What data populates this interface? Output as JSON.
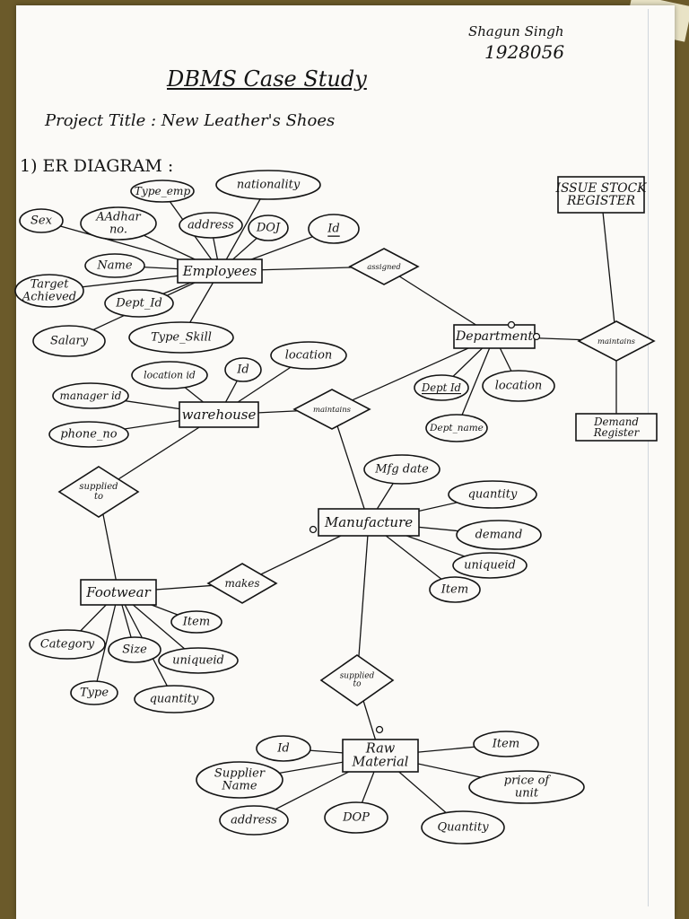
{
  "header": {
    "author": "Shagun Singh",
    "roll": "1928056",
    "title": "DBMS Case Study",
    "project": "Project Title : New Leather's Shoes",
    "section": "1) ER DIAGRAM :"
  },
  "diagram": {
    "entities": [
      {
        "id": "employees",
        "label": "Employees"
      },
      {
        "id": "department",
        "label": "Department"
      },
      {
        "id": "warehouse",
        "label": "warehouse"
      },
      {
        "id": "manufacture",
        "label": "Manufacture"
      },
      {
        "id": "footwear",
        "label": "Footwear"
      },
      {
        "id": "rawmaterial",
        "label": "Raw Material"
      },
      {
        "id": "issue",
        "label": "ISSUE STOCK REGISTER"
      },
      {
        "id": "demand",
        "label": "Demand Register"
      }
    ],
    "relationships": [
      {
        "id": "assigned",
        "label": "assigned"
      },
      {
        "id": "maintains1",
        "label": "maintains"
      },
      {
        "id": "maintains2",
        "label": "maintains"
      },
      {
        "id": "supplied1",
        "label": "supplied to"
      },
      {
        "id": "makes",
        "label": "makes"
      },
      {
        "id": "supplied2",
        "label": "supplied to"
      }
    ],
    "attributes": {
      "a_type_emp": "Type_emp",
      "a_nationality": "nationality",
      "a_sex": "Sex",
      "a_aadhar": "AAdhar no.",
      "a_address": "address",
      "a_doj": "DOJ",
      "a_id_emp": "Id",
      "a_name": "Name",
      "a_target": "Target Achieved",
      "a_deptid_emp": "Dept_Id",
      "a_salary": "Salary",
      "a_typeskill": "Type_Skill",
      "a_locid": "location id",
      "a_id_wh": "Id",
      "a_location_wh": "location",
      "a_manager": "manager id",
      "a_phone": "phone_no",
      "a_deptid": "Dept Id",
      "a_deptname": "Dept_name",
      "a_location_dept": "location",
      "a_mfgdate": "Mfg date",
      "a_qty_mfg": "quantity",
      "a_demand": "demand",
      "a_uniq_mfg": "uniqueid",
      "a_item_mfg": "Item",
      "a_item_fw": "Item",
      "a_category": "Category",
      "a_size": "Size",
      "a_uniq_fw": "uniqueid",
      "a_type": "Type",
      "a_qty_fw": "quantity",
      "a_id_rm": "Id",
      "a_item_rm": "Item",
      "a_supname": "Supplier Name",
      "a_price": "price of unit",
      "a_address_rm": "address",
      "a_dop": "DOP",
      "a_qty_rm": "Quantity"
    }
  }
}
